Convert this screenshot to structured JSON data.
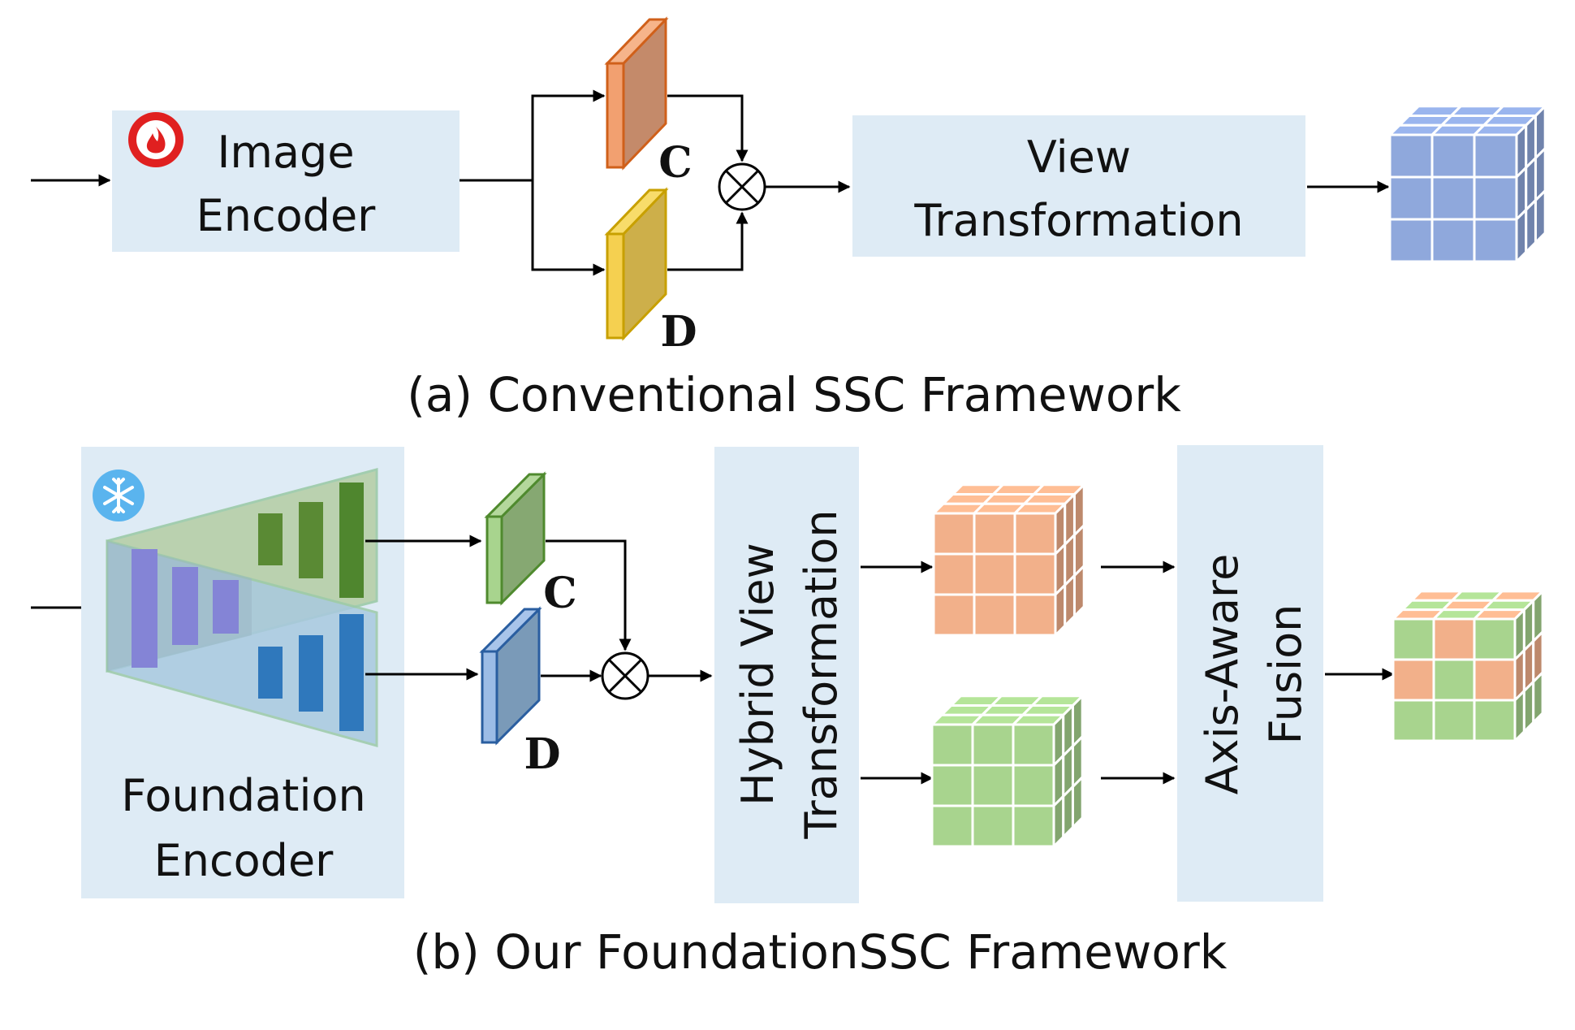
{
  "top": {
    "encoder_line1": "Image",
    "encoder_line2": "Encoder",
    "c_label": "C",
    "d_label": "D",
    "vt_line1": "View",
    "vt_line2": "Transformation",
    "caption": "(a) Conventional SSC Framework"
  },
  "bottom": {
    "encoder_line1": "Foundation",
    "encoder_line2": "Encoder",
    "c_label": "C",
    "d_label": "D",
    "hvt_line1": "Hybrid View",
    "hvt_line2": "Transformation",
    "fusion_line1": "Axis-Aware",
    "fusion_line2": "Fusion",
    "caption": "(b) Our FoundationSSC Framework"
  },
  "icons": {
    "trainable": "flame-icon",
    "frozen": "snowflake-icon"
  },
  "colors": {
    "box_fill": "#deebf5",
    "orange_plate": "#f0a070",
    "yellow_plate": "#f5d050",
    "green_plate": "#8fc47a",
    "blue_plate": "#8fb4e0",
    "voxel_blue": "#8fa8dc",
    "voxel_orange": "#f2b08a",
    "voxel_green": "#a8d48e",
    "flame_red": "#e02020",
    "snow_blue": "#5ab4ee"
  }
}
